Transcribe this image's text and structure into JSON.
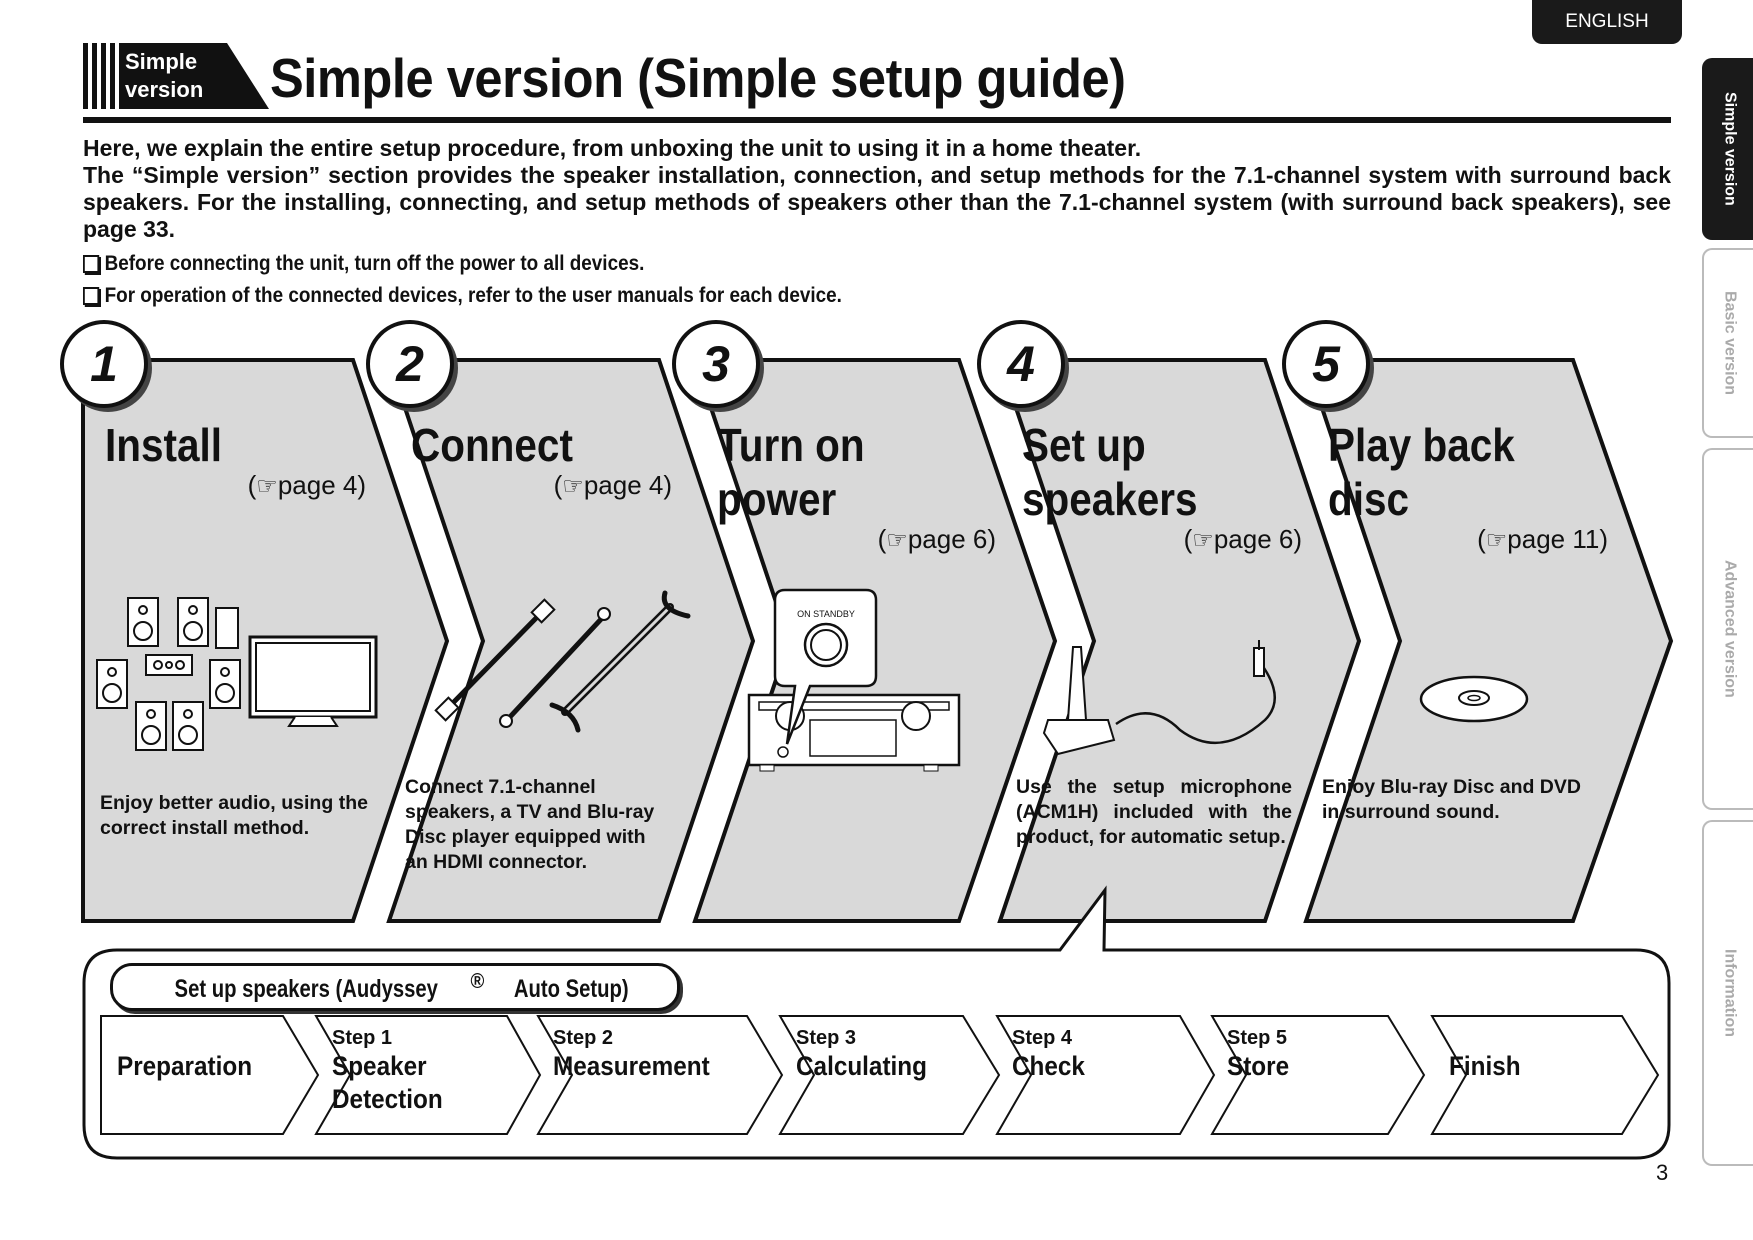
{
  "header": {
    "language": "ENGLISH",
    "badge_line1": "Simple",
    "badge_line2": "version",
    "title": "Simple version (Simple setup guide)"
  },
  "intro": {
    "line1": "Here, we explain the entire setup procedure, from unboxing the unit to using it in a home theater.",
    "line2": "The “Simple version” section provides the speaker installation, connection, and setup methods for the 7.1-channel system with surround back speakers. For the installing, connecting, and setup methods of speakers other than the 7.1-channel system (with surround back speakers), see page 33."
  },
  "notes": [
    "Before connecting the unit, turn off the power to all devices.",
    "For operation of the connected devices, refer to the user manuals for each device."
  ],
  "side_tabs": [
    "Simple version",
    "Basic version",
    "Advanced version",
    "Information"
  ],
  "steps": [
    {
      "number": "1",
      "title_line1": "Install",
      "title_line2": "",
      "page": "page 4)",
      "desc": "Enjoy better audio, using the correct install method.",
      "icon": "speakers-and-tv-icon"
    },
    {
      "number": "2",
      "title_line1": "Connect",
      "title_line2": "",
      "page": "page 4)",
      "desc": "Connect 7.1-channel speakers, a TV and Blu-ray Disc player equipped with an HDMI connector.",
      "icon": "cables-icon"
    },
    {
      "number": "3",
      "title_line1": "Turn on",
      "title_line2": "power",
      "page": "page 6)",
      "desc": "",
      "icon": "receiver-power-icon",
      "callout": "ON  STANDBY"
    },
    {
      "number": "4",
      "title_line1": "Set up",
      "title_line2": "speakers",
      "page": "page 6)",
      "desc": "Use the setup microphone (ACM1H) included with the product, for automatic setup.",
      "icon": "microphone-icon"
    },
    {
      "number": "5",
      "title_line1": "Play back",
      "title_line2": "disc",
      "page": "page 11)",
      "desc": "Enjoy Blu-ray Disc and DVD in surround sound.",
      "icon": "disc-icon"
    }
  ],
  "audyssey": {
    "label_pre": "Set up speakers (Audyssey",
    "label_reg": "®",
    "label_post": " Auto Setup)",
    "flow": [
      {
        "small": "",
        "large": "Preparation",
        "large2": ""
      },
      {
        "small": "Step 1",
        "large": "Speaker",
        "large2": "Detection"
      },
      {
        "small": "Step 2",
        "large": "Measurement",
        "large2": ""
      },
      {
        "small": "Step 3",
        "large": "Calculating",
        "large2": ""
      },
      {
        "small": "Step 4",
        "large": "Check",
        "large2": ""
      },
      {
        "small": "Step 5",
        "large": "Store",
        "large2": ""
      },
      {
        "small": "",
        "large": "Finish",
        "large2": ""
      }
    ]
  },
  "page_number": "3",
  "colors": {
    "panel_gray": "#d9d9d9",
    "ink": "#111111",
    "tab_inactive": "#aaaaaa"
  }
}
